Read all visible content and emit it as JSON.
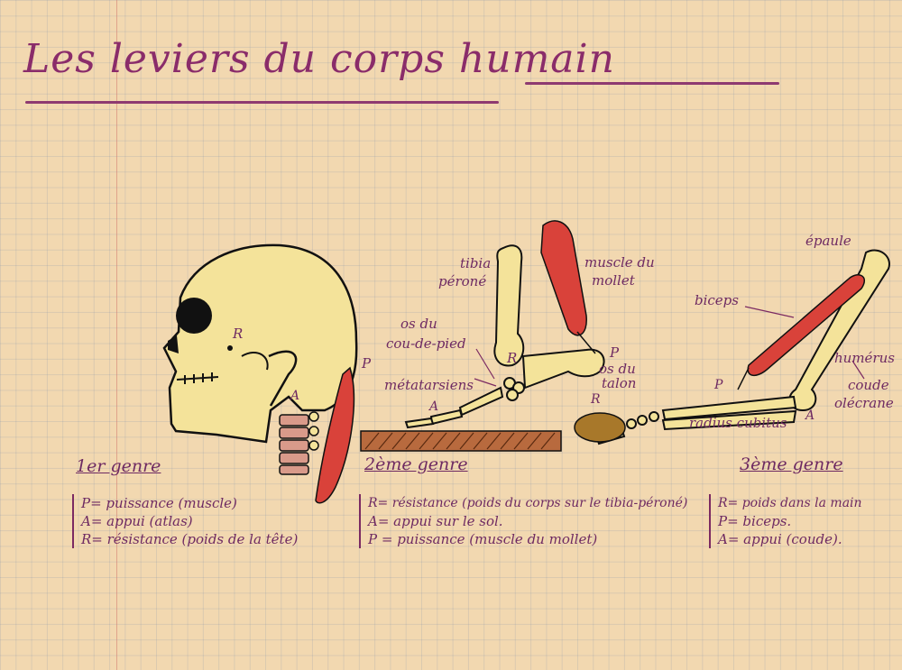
{
  "title": "Les leviers du corps humain",
  "levers": [
    {
      "heading": "1er genre",
      "legend": [
        "P= puissance (muscle)",
        "A= appui (atlas)",
        "R= résistance (poids de la tête)"
      ],
      "point_labels": {
        "R": "R",
        "P": "P",
        "A": "A"
      }
    },
    {
      "heading": "2ème genre",
      "legend": [
        "R= résistance (poids du corps sur le tibia-péroné)",
        "A= appui sur le sol.",
        "P = puissance (muscle du mollet)"
      ],
      "labels": {
        "tibia": "tibia",
        "perone": "péroné",
        "muscle_line1": "muscle du",
        "muscle_line2": "mollet",
        "os_line1": "os du",
        "os_line2": "cou-de-pied",
        "metatarsiens": "métatarsiens",
        "os_talon_line1": "os du",
        "os_talon_line2": "talon"
      },
      "point_labels": {
        "R": "R",
        "P": "P",
        "A": "A"
      }
    },
    {
      "heading": "3ème genre",
      "legend": [
        "R= poids dans la main",
        "P= biceps.",
        "A= appui (coude)."
      ],
      "labels": {
        "epaule": "épaule",
        "biceps": "biceps",
        "humerus": "humérus",
        "coude": "coude",
        "olecrane": "olécrane",
        "radius": "radius cubitus"
      },
      "point_labels": {
        "R": "R",
        "P": "P",
        "A": "A"
      }
    }
  ],
  "colors": {
    "ink": "#7b2a62",
    "bone": "#f4e39a",
    "muscle": "#d9423a",
    "ground": "#b86a3e"
  }
}
